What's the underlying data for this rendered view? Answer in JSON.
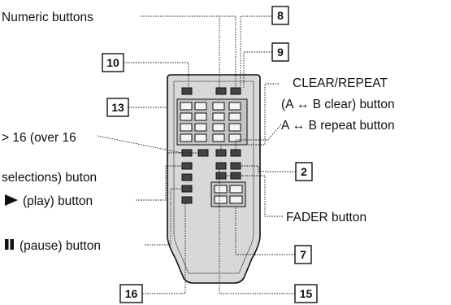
{
  "labels": {
    "numeric_buttons": "Numeric buttons",
    "clear_repeat_1": "CLEAR/REPEAT",
    "clear_repeat_2": "(A ↔ B clear) button",
    "ab_repeat": "A ↔ B repeat button",
    "over16_1": "> 16 (over 16",
    "over16_2": "selections) buton",
    "play": "(play) button",
    "fader": "FADER button",
    "pause": "(pause) button"
  },
  "callouts": {
    "n8": "8",
    "n9": "9",
    "n10": "10",
    "n13": "13",
    "n2": "2",
    "n7": "7",
    "n16": "16",
    "n15": "15"
  },
  "icons": {
    "play": "play-triangle-icon",
    "pause": "pause-bars-icon"
  }
}
